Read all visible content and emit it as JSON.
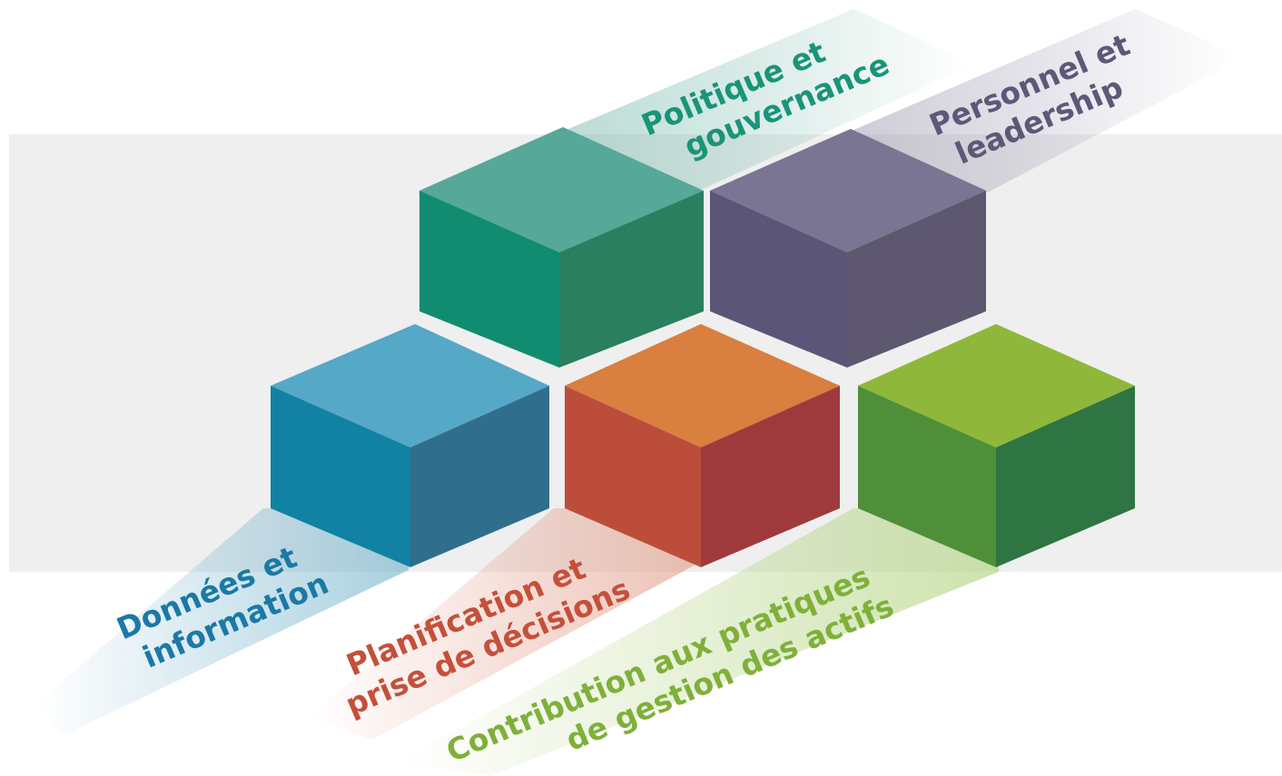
{
  "blocks": [
    {
      "id": "policy",
      "label_lines": [
        "Politique et",
        "gouvernance"
      ],
      "colors": {
        "top": "#56a898",
        "left": "#118c70",
        "right": "#2a7f5f",
        "text": "#1a9478",
        "ribbon": "#6fb5a6"
      }
    },
    {
      "id": "people",
      "label_lines": [
        "Personnel et",
        "leadership"
      ],
      "colors": {
        "top": "#7a7592",
        "left": "#5b5678",
        "right": "#5d5870",
        "text": "#5d5878",
        "ribbon": "#8f89a2"
      }
    },
    {
      "id": "data",
      "label_lines": [
        "Données et",
        "information"
      ],
      "colors": {
        "top": "#56a8c7",
        "left": "#1182a3",
        "right": "#2f6e8c",
        "text": "#1b79a5",
        "ribbon": "#6fb0cb"
      }
    },
    {
      "id": "planning",
      "label_lines": [
        "Planification et",
        "prise de décisions"
      ],
      "colors": {
        "top": "#d97f40",
        "left": "#bd4d3b",
        "right": "#9f3a3c",
        "text": "#c4503b",
        "ribbon": "#e4a08d"
      }
    },
    {
      "id": "contribution",
      "label_lines": [
        "Contribution aux pratiques",
        "de gestion des actifs"
      ],
      "colors": {
        "top": "#8fb83a",
        "left": "#4f8f3a",
        "right": "#2f7443",
        "text": "#7fb03a",
        "ribbon": "#b8d68a"
      }
    }
  ],
  "background_band_color": "#efefef"
}
